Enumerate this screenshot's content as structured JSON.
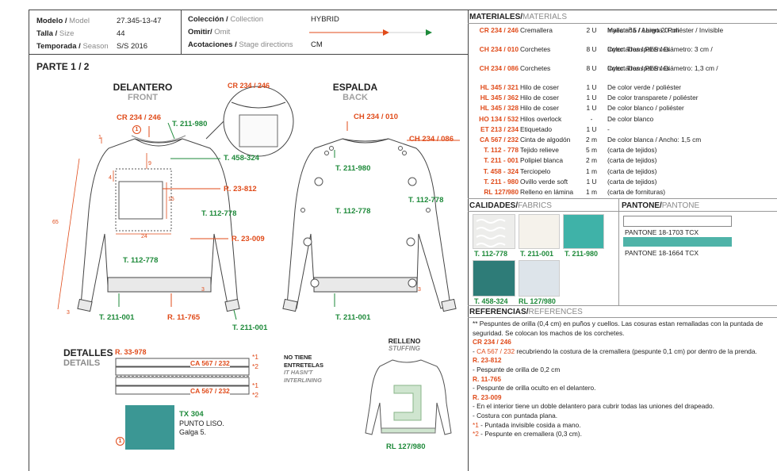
{
  "header": {
    "model_label": "Modelo",
    "model_label_en": "Model",
    "model_value": "27.345-13-47",
    "size_label": "Talla",
    "size_label_en": "Size",
    "size_value": "44",
    "season_label": "Temporada",
    "season_label_en": "Season",
    "season_value": "S/S 2016",
    "collection_label": "Colección",
    "collection_label_en": "Collection",
    "collection_value": "HYBRID",
    "omit_label": "Omitir/",
    "omit_label_en": "Omit",
    "stage_label": "Acotaciones",
    "stage_label_en": "Stage directions",
    "stage_value": "CM"
  },
  "part_label": "PARTE 1 / 2",
  "front": {
    "title": "DELANTERO",
    "subtitle": "FRONT"
  },
  "back": {
    "title": "ESPALDA",
    "subtitle": "BACK"
  },
  "detail_circle_code": "CR 234 / 246",
  "front_callouts": {
    "cr": "CR 234 / 246",
    "t211980": "T. 211-980",
    "t458324": "T. 458-324",
    "r23812": "R. 23-812",
    "t112778a": "T. 112-778",
    "r23009": "R. 23-009",
    "t112778b": "T. 112-778",
    "t211001a": "T. 211-001",
    "r11765": "R. 11-765",
    "t211001b": "T. 211-001",
    "circle": "1",
    "dims": {
      "d1": "1",
      "d9": "9",
      "d4": "4",
      "d15": "15",
      "d24": "24",
      "d65": "65",
      "d3a": "3",
      "d3b": "3"
    }
  },
  "back_callouts": {
    "ch010": "CH 234 / 010",
    "ch086": "CH 234 / 086",
    "t211980": "T. 211-980",
    "t112778a": "T. 112-778",
    "t112778b": "T. 112-778",
    "t211001": "T. 211-001",
    "d3": "3"
  },
  "materials": {
    "title": "MATERIALES",
    "title_en": "MATERIALS",
    "rows": [
      {
        "code": "CR 234 / 246",
        "name": "Cremallera",
        "qty": "2 U",
        "desc": "Inyectada / Abierta / Poliéster / Invisible",
        "desc2": "Malla nº 5 / Largo 20 cm"
      },
      {
        "code": "CH 234 / 010",
        "name": "Corchetes",
        "qty": "8 U",
        "desc": "Inyectados / PES / Diámetro: 3 cm /",
        "desc2": "Color: Transparentes"
      },
      {
        "code": "CH 234 / 086",
        "name": "Corchetes",
        "qty": "8 U",
        "desc": "Inyectados / PES / Diámetro: 1,3 cm /",
        "desc2": "Color: Transparentes"
      },
      {
        "code": "HL 345 / 321",
        "name": "Hilo de coser",
        "qty": "1 U",
        "desc": "De color verde / poliéster",
        "desc2": ""
      },
      {
        "code": "HL 345 / 362",
        "name": "Hilo de coser",
        "qty": "1 U",
        "desc": "De color transparete / poliéster",
        "desc2": ""
      },
      {
        "code": "HL 345 / 328",
        "name": "Hilo de coser",
        "qty": "1 U",
        "desc": "De color blanco / poliéster",
        "desc2": ""
      },
      {
        "code": "HO 134 / 532",
        "name": "Hilos overlock",
        "qty": "-",
        "desc": "De color blanco",
        "desc2": ""
      },
      {
        "code": "ET 213 / 234",
        "name": "Etiquetado",
        "qty": "1 U",
        "desc": "-",
        "desc2": ""
      },
      {
        "code": "CA 567 / 232",
        "name": "Cinta de algodón",
        "qty": "2 m",
        "desc": "De color blanca / Ancho: 1,5 cm",
        "desc2": ""
      },
      {
        "code": "T. 112 - 778",
        "name": "Tejido relieve",
        "qty": "5 m",
        "desc": "(carta de tejidos)",
        "desc2": ""
      },
      {
        "code": "T. 211 - 001",
        "name": "Polipiel blanca",
        "qty": "2 m",
        "desc": "(carta de tejidos)",
        "desc2": ""
      },
      {
        "code": "T. 458 - 324",
        "name": "Terciopelo",
        "qty": "1 m",
        "desc": "(carta de tejidos)",
        "desc2": ""
      },
      {
        "code": "T. 211 - 980",
        "name": "Ovillo verde soft",
        "qty": "1 U",
        "desc": "(carta de tejidos)",
        "desc2": ""
      },
      {
        "code": "RL 127/980",
        "name": "Relleno en lámina",
        "qty": "1 m",
        "desc": "(carta de fornituras)",
        "desc2": ""
      }
    ]
  },
  "fabrics": {
    "title": "CALIDADES",
    "title_en": "FABRICS",
    "items": [
      {
        "label": "T. 112-778",
        "color": "#eeeeec"
      },
      {
        "label": "T. 211-001",
        "color": "#f4f1ea"
      },
      {
        "label": "T. 211-980",
        "color": "#3fb2a8"
      },
      {
        "label": "T. 458-324",
        "color": "#2e7c78"
      },
      {
        "label": "RL 127/980",
        "color": "#dde4ea"
      }
    ]
  },
  "pantone": {
    "title": "PANTONE",
    "title_en": "PANTONE",
    "items": [
      {
        "label": "PANTONE 18-1703 TCX",
        "color": "#ffffff"
      },
      {
        "label": "PANTONE 18-1664 TCX",
        "color": "#4fb3a8"
      }
    ]
  },
  "references": {
    "title": "REFERENCIAS",
    "title_en": "REFERENCES",
    "intro": "** Pespuntes de orilla (0,4 cm) en puños y cuellos. Las cosuras estan remalladas con la puntada de seguridad. Se colocan los machos de los corchetes.",
    "cr_code": "CR 234 / 246",
    "cr_line_code": "CA 567 / 232",
    "cr_line": " recubriendo la costura de la cremallera (pespunte 0,1 cm) por dentro de la prenda.",
    "r812_code": "R. 23-812",
    "r812_line": "- Pespunte de orilla de 0,2 cm",
    "r765_code": "R. 11-765",
    "r765_line": "- Pespunte de orilla oculto en el delantero.",
    "r009_code": "R. 23-009",
    "r009_line1": "- En el interior tiene un doble delantero para cubrir todas las uniones del drapeado.",
    "r009_line2": "- Costura con puntada plana.",
    "n1_mark": "*1",
    "n1_text": " - Puntada invisible cosida a mano.",
    "n2_mark": "*2",
    "n2_text": " - Pespunte en cremallera (0,3 cm)."
  },
  "details": {
    "title": "DETALLES",
    "title_en": "DETAILS",
    "r33978": "R. 33-978",
    "ca1": "CA 567 / 232",
    "ca2": "CA 567 / 232",
    "s1a": "*1",
    "s2a": "*2",
    "s1b": "*1",
    "s2b": "*2",
    "no_interlining": "NO TIENE",
    "no_interlining2": "ENTRETELAS",
    "no_interlining_en": "IT HASN'T",
    "no_interlining_en2": "INTERLINING",
    "tx_code": "TX 304",
    "tx_desc1": "PUNTO LISO.",
    "tx_desc2": "Galga 5.",
    "circle": "1"
  },
  "stuffing": {
    "title": "RELLENO",
    "subtitle": "STUFFING",
    "code": "RL 127/980"
  }
}
